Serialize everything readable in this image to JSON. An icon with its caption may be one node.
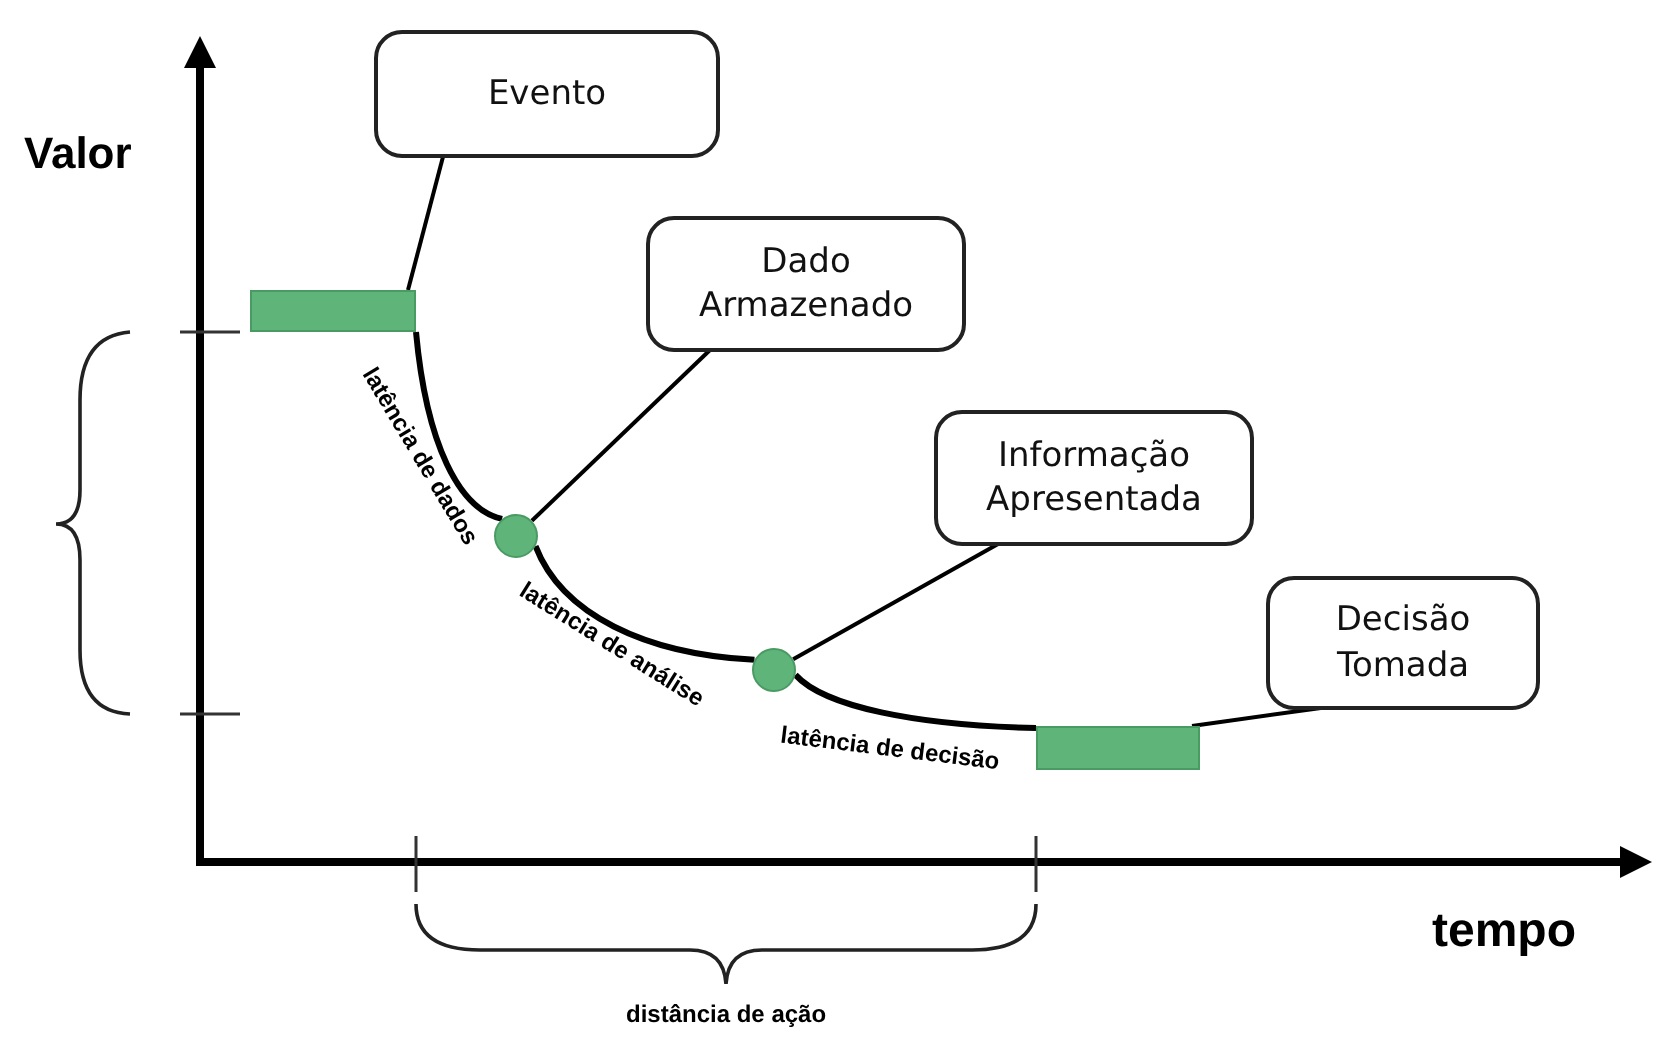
{
  "diagram": {
    "nodes": [
      {
        "text": [
          "Evento"
        ]
      },
      {
        "text": [],
        "shape": "bar"
      },
      {
        "text": [
          "Dado Armazenado"
        ]
      },
      {
        "text": [],
        "shape": "circle"
      },
      {
        "text": [
          "Informação Apresentada"
        ]
      },
      {
        "text": [],
        "shape": "circle"
      },
      {
        "text": [
          "Decisão Tomada"
        ]
      },
      {
        "text": [],
        "shape": "bar"
      }
    ],
    "edges": [
      {
        "from": 0,
        "to": 1,
        "arrow": "none"
      },
      {
        "from": 2,
        "to": 3,
        "arrow": "none"
      },
      {
        "from": 4,
        "to": 5,
        "arrow": "none"
      },
      {
        "from": 6,
        "to": 7,
        "arrow": "none"
      },
      {
        "from": 1,
        "to": 3,
        "arrow": "none",
        "label": "latência de dados"
      },
      {
        "from": 3,
        "to": 5,
        "arrow": "none",
        "label": "latência de análise"
      },
      {
        "from": 5,
        "to": 7,
        "arrow": "none",
        "label": "latência de decisão"
      }
    ],
    "labels": [
      "Valor",
      "tempo",
      "distância de ação"
    ]
  }
}
